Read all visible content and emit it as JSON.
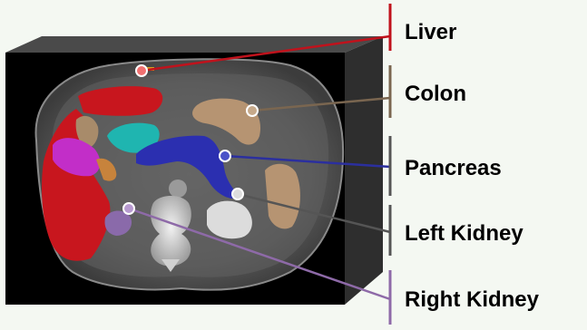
{
  "labels": {
    "liver": "Liver",
    "colon": "Colon",
    "pancreas": "Pancreas",
    "left_kidney": "Left Kidney",
    "right_kidney": "Right Kidney"
  },
  "colors": {
    "liver": "#c0121c",
    "colon": "#7a6650",
    "pancreas": "#2b2f9e",
    "left_kidney": "#555555",
    "right_kidney": "#8e6aa8",
    "frame_side": "#3a3a3a",
    "frame_front": "#000000",
    "background": "#f4f8f2"
  }
}
